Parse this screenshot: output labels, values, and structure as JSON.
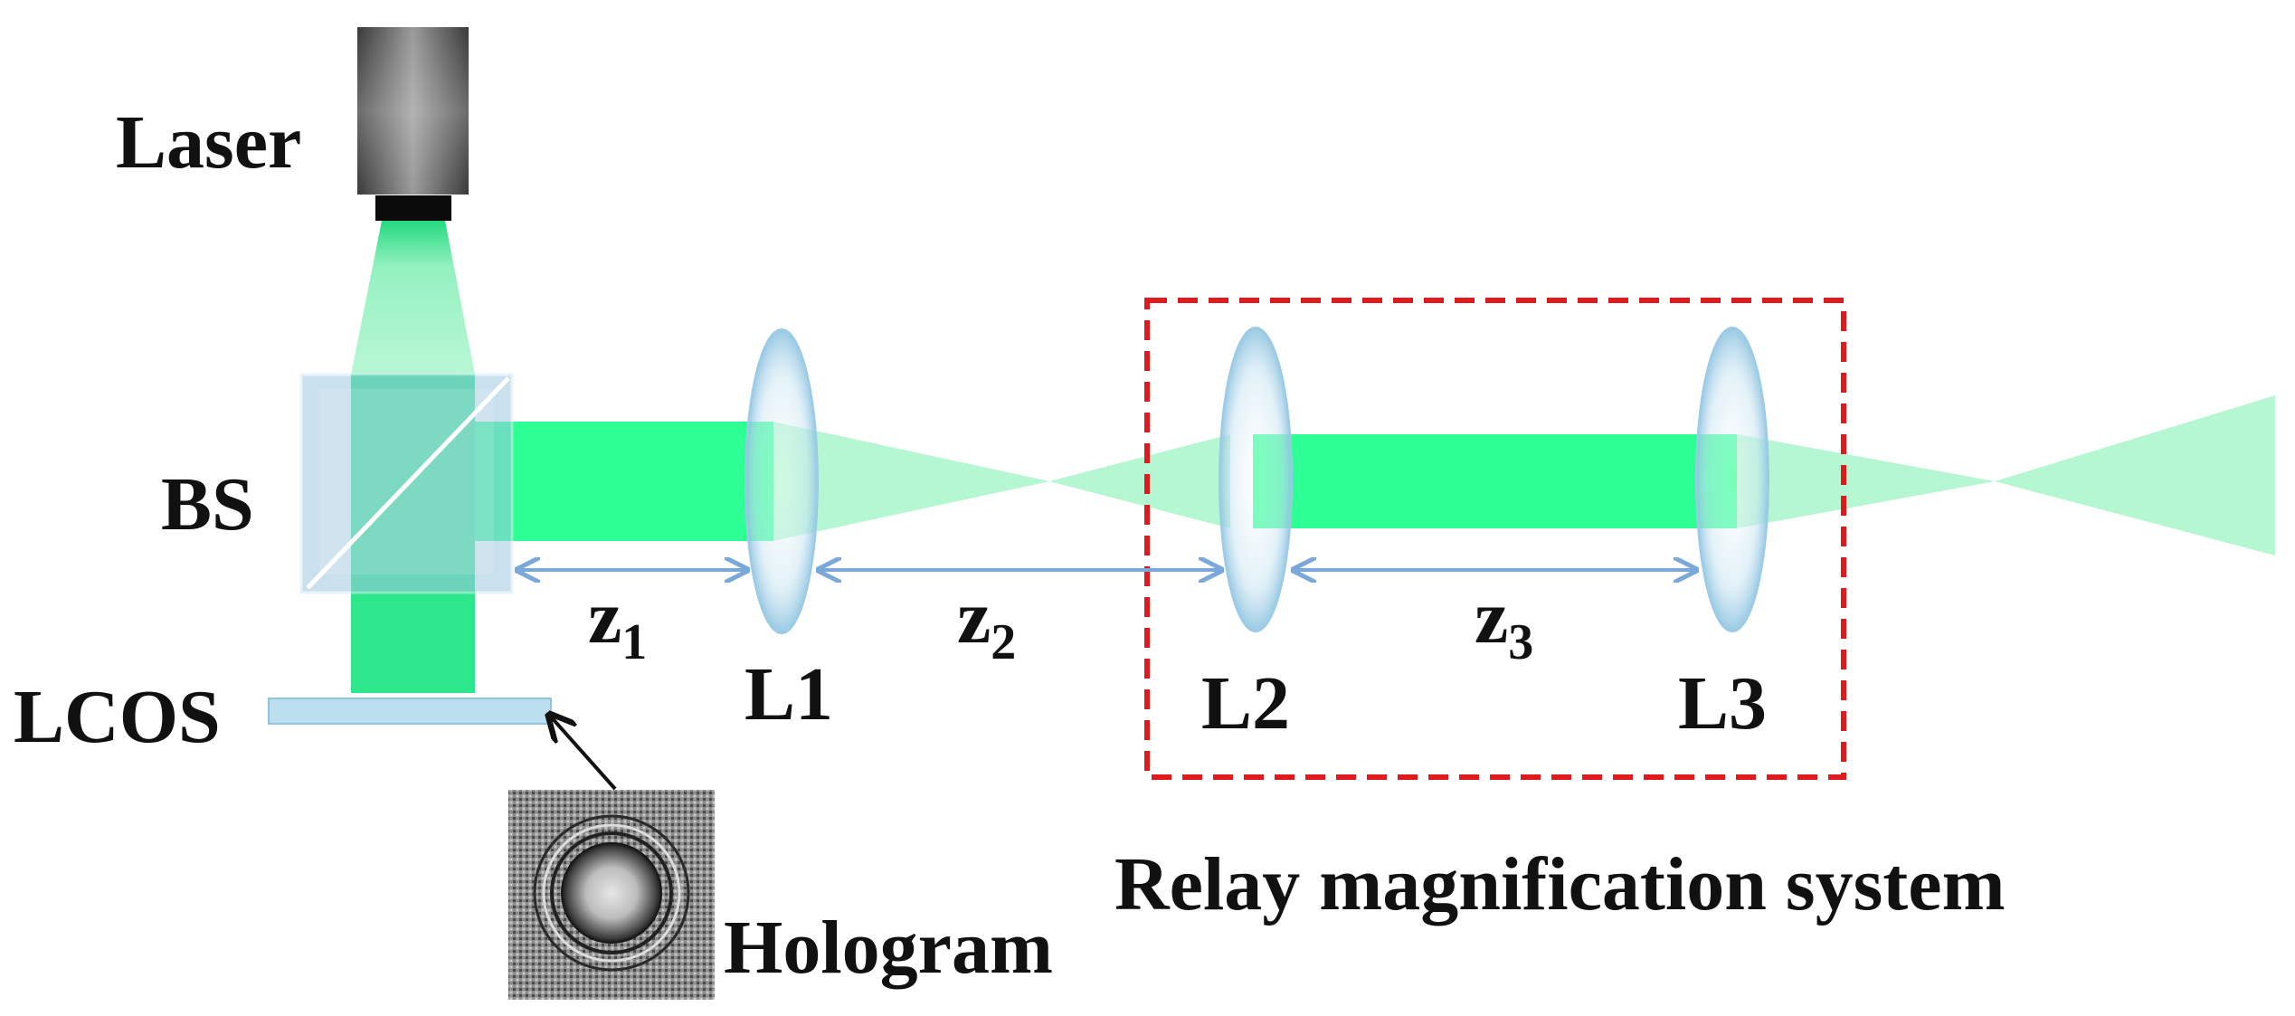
{
  "labels": {
    "laser": "Laser",
    "bs": "BS",
    "lcos": "LCOS",
    "hologram": "Hologram",
    "l1": "L1",
    "l2": "L2",
    "l3": "L3",
    "relay": "Relay magnification system"
  },
  "distances": [
    {
      "var": "z",
      "sub": "1"
    },
    {
      "var": "z",
      "sub": "2"
    },
    {
      "var": "z",
      "sub": "3"
    }
  ],
  "colors": {
    "beam": "#2dff95",
    "lens": "#bcdff0",
    "dimension_arrow": "#7aa8d8",
    "relay_box": "#e01a1a",
    "laser_body": "#555555"
  }
}
